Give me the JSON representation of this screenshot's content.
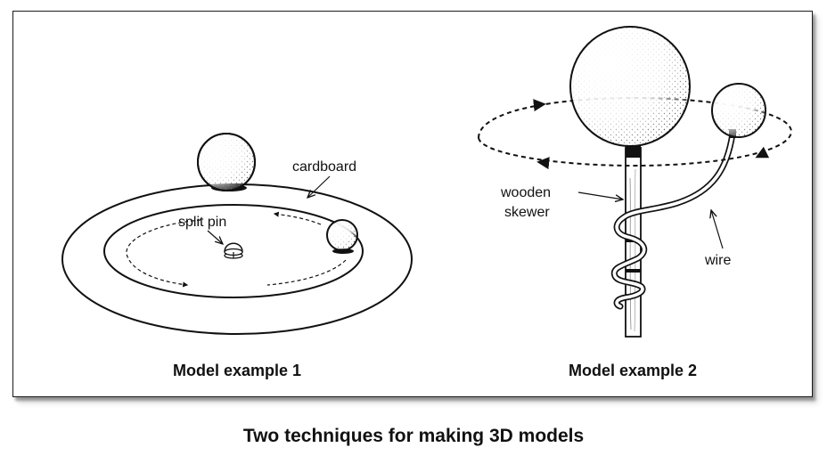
{
  "figure": {
    "caption": "Two techniques for making 3D models"
  },
  "model1": {
    "title": "Model example 1",
    "labels": {
      "cardboard": "cardboard",
      "split_pin": "split pin"
    }
  },
  "model2": {
    "title": "Model example 2",
    "labels": {
      "wooden": "wooden",
      "skewer": "skewer",
      "wire": "wire"
    }
  }
}
